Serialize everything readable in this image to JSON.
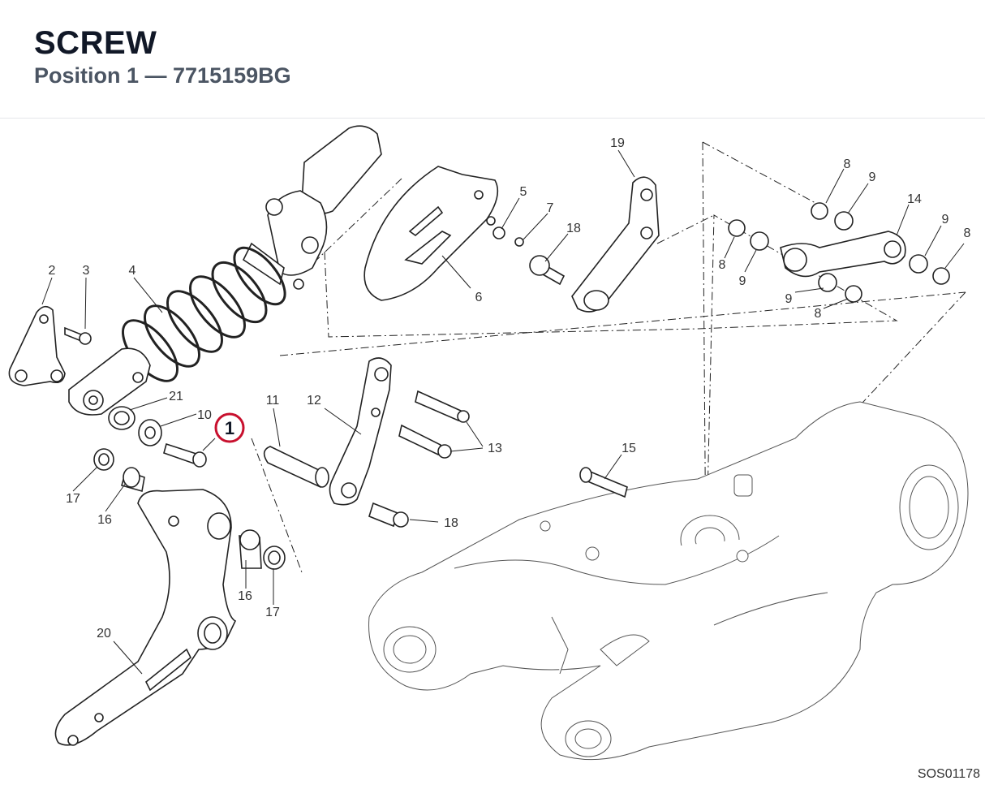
{
  "header": {
    "title": "SCREW",
    "subtitle": "Position 1 — 7715159BG"
  },
  "diagram": {
    "sheet_code": "SOS01178",
    "highlight_color": "#c8102e",
    "highlighted_label": "1",
    "labels": {
      "l1": "1",
      "l2": "2",
      "l3": "3",
      "l4": "4",
      "l5": "5",
      "l6": "6",
      "l7": "7",
      "l8a": "8",
      "l8b": "8",
      "l8c": "8",
      "l8d": "8",
      "l9a": "9",
      "l9b": "9",
      "l9c": "9",
      "l9d": "9",
      "l10": "10",
      "l11": "11",
      "l12": "12",
      "l13": "13",
      "l14": "14",
      "l15": "15",
      "l16a": "16",
      "l16b": "16",
      "l17a": "17",
      "l17b": "17",
      "l18a": "18",
      "l18b": "18",
      "l19": "19",
      "l20": "20",
      "l21": "21"
    }
  }
}
